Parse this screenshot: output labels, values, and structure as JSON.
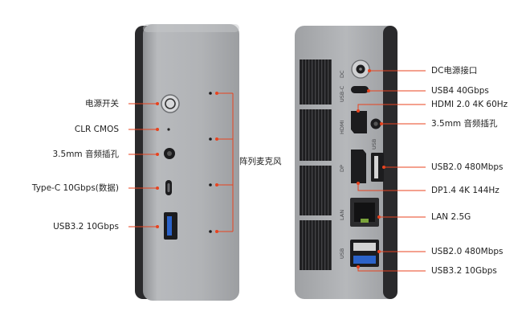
{
  "front_labels": {
    "power": "电源开关",
    "clr_cmos": "CLR CMOS",
    "audio": "3.5mm 音频插孔",
    "typec": "Type-C 10Gbps(数据)",
    "usb32": "USB3.2 10Gbps",
    "mic_array": "阵列麦克风"
  },
  "rear_labels": {
    "dc": "DC电源接口",
    "usb4": "USB4 40Gbps",
    "hdmi": "HDMI 2.0 4K 60Hz",
    "audio": "3.5mm 音频插孔",
    "usb20_top": "USB2.0 480Mbps",
    "dp": "DP1.4 4K 144Hz",
    "lan": "LAN 2.5G",
    "usb20_bottom": "USB2.0 480Mbps",
    "usb32": "USB3.2 10Gbps"
  },
  "port_printing": {
    "dc": "DC",
    "usbc": "USB-C",
    "hdmi": "HDMI",
    "usb": "USB",
    "dp": "DP",
    "lan": "LAN",
    "usb_bottom": "USB"
  },
  "colors": {
    "accent": "#e8431f",
    "body": "#a9abae",
    "body_dark": "#8e9094",
    "panel_black": "#1b1b1d",
    "grille": "#2a2a2c"
  }
}
